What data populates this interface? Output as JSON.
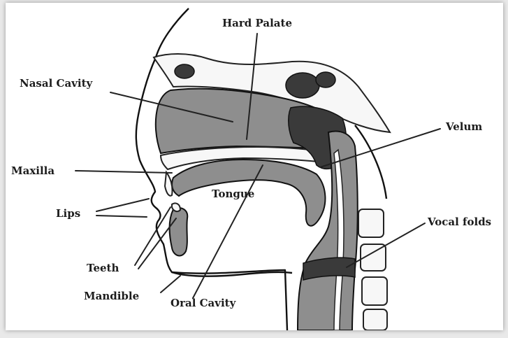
{
  "diagram": {
    "labels": {
      "hard_palate": "Hard Palate",
      "nasal_cavity": "Nasal Cavity",
      "velum": "Velum",
      "maxilla": "Maxilla",
      "tongue": "Tongue",
      "lips": "Lips",
      "vocal_folds": "Vocal folds",
      "teeth": "Teeth",
      "mandible": "Mandible",
      "oral_cavity": "Oral Cavity"
    },
    "colors": {
      "background": "#ffffff",
      "tissue": "#8e8e8e",
      "dark_tissue": "#3a3a3a",
      "ink": "#1c1c1c"
    }
  }
}
